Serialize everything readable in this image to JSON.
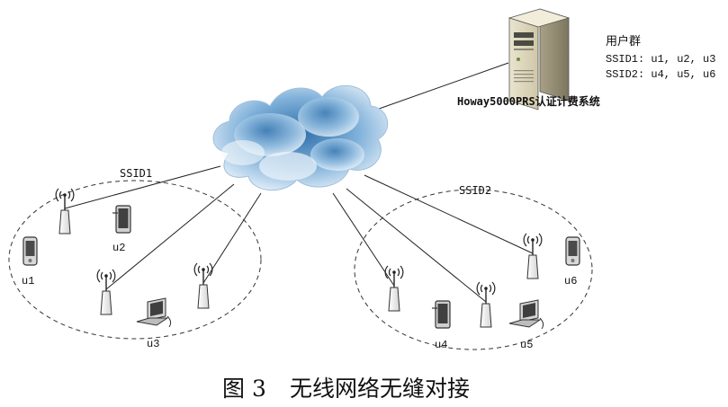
{
  "server": {
    "label": "Howay5000PRS认证计费系统"
  },
  "user_groups": {
    "title": "用户群",
    "line1": "SSID1: u1, u2, u3",
    "line2": "SSID2: u4, u5, u6"
  },
  "networks": {
    "ssid1": "SSID1",
    "ssid2": "SSID2"
  },
  "users": {
    "u1": "u1",
    "u2": "u2",
    "u3": "u3",
    "u4": "u4",
    "u5": "u5",
    "u6": "u6"
  },
  "caption": {
    "fig": "图 3",
    "text": "无线网络无缝对接"
  }
}
